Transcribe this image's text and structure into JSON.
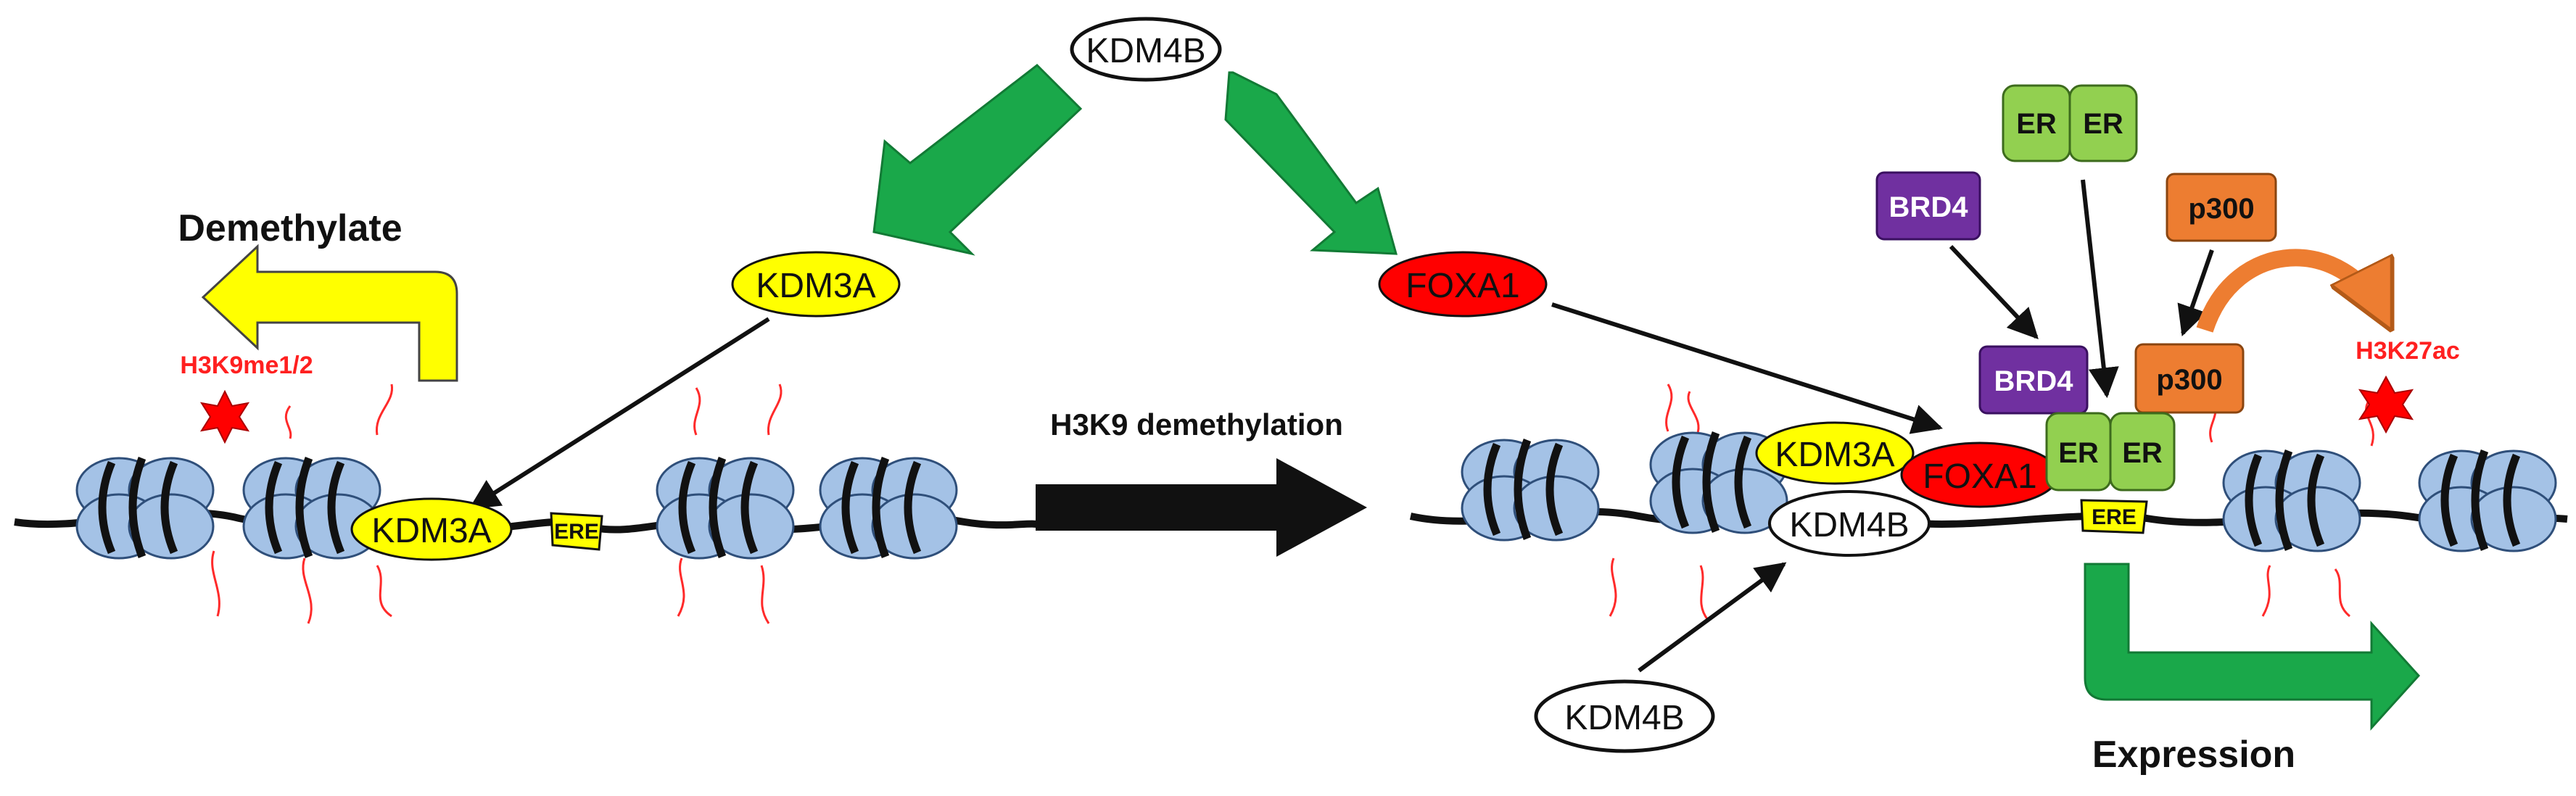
{
  "labels": {
    "kdm4b_top": "KDM4B",
    "kdm3a_mid": "KDM3A",
    "foxa1_mid": "FOXA1",
    "demethylate": "Demethylate",
    "h3k9me": "H3K9me1/2",
    "kdm3a_left": "KDM3A",
    "ere_left": "ERE",
    "arrow_caption": "H3K9 demethylation",
    "kdm3a_right": "KDM3A",
    "kdm4b_right": "KDM4B",
    "foxa1_right": "FOXA1",
    "kdm4b_bottom": "KDM4B",
    "er_top_1": "ER",
    "er_top_2": "ER",
    "brd4_top": "BRD4",
    "brd4_bound": "BRD4",
    "p300_top": "p300",
    "p300_bound": "p300",
    "er_bound_1": "ER",
    "er_bound_2": "ER",
    "ere_right": "ERE",
    "h3k27ac": "H3K27ac",
    "expression": "Expression"
  },
  "colors": {
    "kdm3a": "#ffff00",
    "foxa1": "#ff0000",
    "er": "#92d050",
    "brd4": "#7030a0",
    "p300": "#ed7d31",
    "nucleosome": "#a4c2e6",
    "green_arrow": "#1aa84a",
    "mark_star": "#ff0000"
  }
}
